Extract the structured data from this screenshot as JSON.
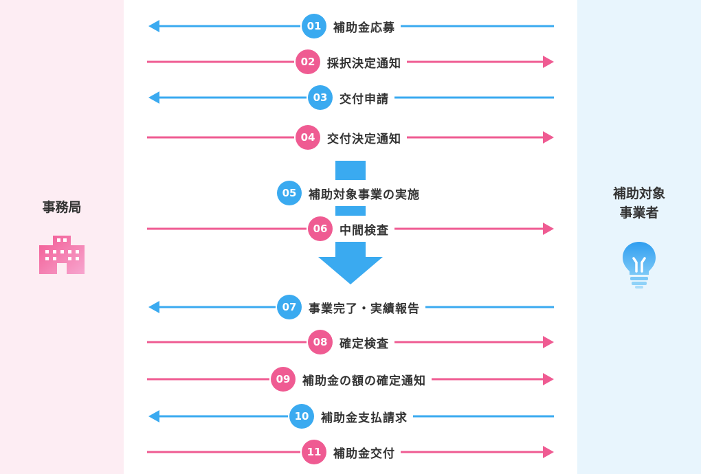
{
  "actors": {
    "left": {
      "label": "事務局",
      "icon": "building-icon",
      "color": "#ef5b92"
    },
    "right": {
      "label": "補助対象\n事業者",
      "icon": "lightbulb-icon",
      "color": "#3aaaf0"
    }
  },
  "colors": {
    "blue": "#3aaaf0",
    "pink": "#ef5b92"
  },
  "steps": [
    {
      "num": "01",
      "label": "補助金応募",
      "direction": "left"
    },
    {
      "num": "02",
      "label": "採択決定通知",
      "direction": "right"
    },
    {
      "num": "03",
      "label": "交付申請",
      "direction": "left"
    },
    {
      "num": "04",
      "label": "交付決定通知",
      "direction": "right"
    },
    {
      "num": "05",
      "label": "補助対象事業の実施",
      "direction": "down"
    },
    {
      "num": "06",
      "label": "中間検査",
      "direction": "right"
    },
    {
      "num": "07",
      "label": "事業完了・実績報告",
      "direction": "left"
    },
    {
      "num": "08",
      "label": "確定検査",
      "direction": "right"
    },
    {
      "num": "09",
      "label": "補助金の額の確定通知",
      "direction": "right"
    },
    {
      "num": "10",
      "label": "補助金支払請求",
      "direction": "left"
    },
    {
      "num": "11",
      "label": "補助金交付",
      "direction": "right"
    }
  ]
}
